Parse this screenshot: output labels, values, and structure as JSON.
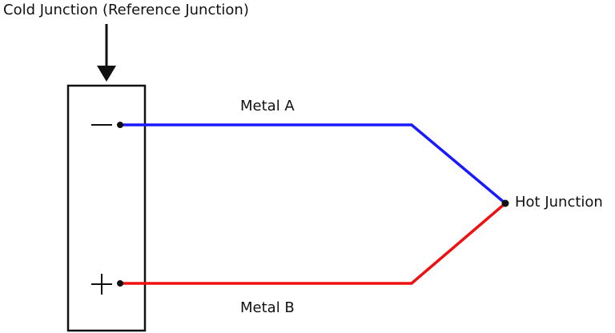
{
  "diagram": {
    "cold_junction_label": "Cold Junction (Reference Junction)",
    "hot_junction_label": "Hot Junction",
    "metal_a_label": "Metal A",
    "metal_b_label": "Metal B",
    "negative_symbol": "−",
    "positive_symbol": "+",
    "colors": {
      "metal_a": "#1a1aff",
      "metal_b": "#ee1111",
      "outline": "#111111"
    }
  }
}
